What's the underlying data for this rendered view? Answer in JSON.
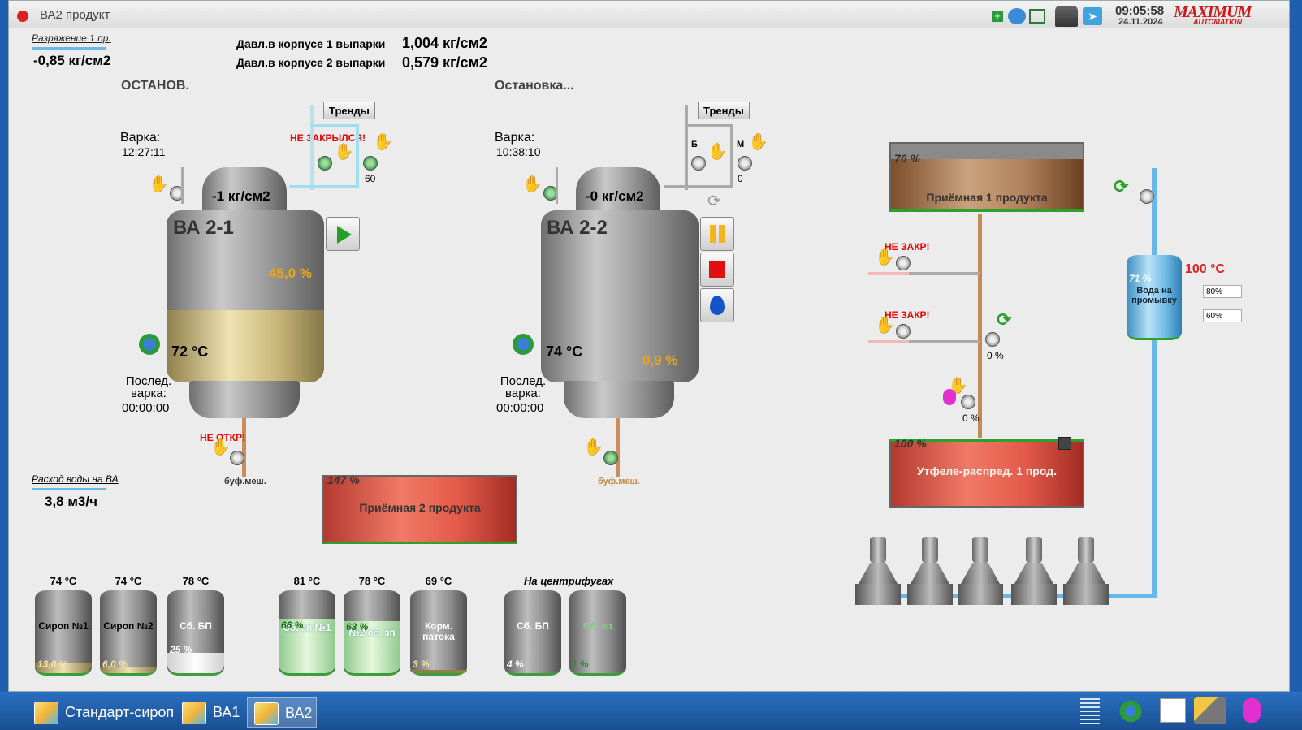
{
  "window": {
    "title": "ВА2 продукт",
    "close_color": "#e02020"
  },
  "header": {
    "clock_time": "09:05:58",
    "clock_date": "24.11.2024",
    "logo_text": "MAXIMUM",
    "logo_sub": "AUTOMATION"
  },
  "vacuum": {
    "label": "Разряжение 1 пр.",
    "value": "-0,85 кг/см2"
  },
  "pressures": {
    "body1_label": "Давл.в корпусе 1 выпарки",
    "body1_value": "1,004 кг/см2",
    "body2_label": "Давл.в корпусе 2 выпарки",
    "body2_value": "0,579 кг/см2"
  },
  "ba21": {
    "status": "ОСТАНОВ.",
    "boil_label": "Варка:",
    "boil_time": "12:27:11",
    "trends": "Тренды",
    "warn_top": "НЕ ЗАКРЫЛСЯ!",
    "valve_num": "60",
    "pressure": "-1 кг/см2",
    "name": "ВА 2-1",
    "level": "45,0 %",
    "level_frac": 0.45,
    "temp": "72 °C",
    "last_label": "Послед. варка:",
    "last_time": "00:00:00",
    "warn_bottom": "НЕ ОТКР!",
    "buf": "буф.меш."
  },
  "ba22": {
    "status": "Остановка...",
    "boil_label": "Варка:",
    "boil_time": "10:38:10",
    "trends": "Тренды",
    "valve_b": "Б",
    "valve_m": "М",
    "valve_num": "0",
    "pressure": "-0 кг/см2",
    "name": "ВА 2-2",
    "level": "0,9 %",
    "temp": "74 °C",
    "last_label": "Послед. варка:",
    "last_time": "00:00:00",
    "buf": "буф.меш."
  },
  "water": {
    "label": "Расход воды на ВА",
    "value": "3,8 м3/ч"
  },
  "receiver2": {
    "level": "147 %",
    "name": "Приёмная 2 продукта"
  },
  "receiver1": {
    "level": "76 %",
    "name": "Приёмная 1 продукта"
  },
  "distributor": {
    "level": "100 %",
    "name": "Утфеле-распред. 1 прод."
  },
  "valves_right": {
    "warn1": "НЕ ЗАКР!",
    "warn2": "НЕ ЗАКР!",
    "pct1": "0 %",
    "pct2": "0 %"
  },
  "wash_water": {
    "level": "71 %",
    "name": "Вода на промывку",
    "temp": "100 °C",
    "set_high": "80%",
    "set_low": "60%"
  },
  "barrels": [
    {
      "temp": "74 °C",
      "name": "Сироп №1",
      "pct": "13,0 %"
    },
    {
      "temp": "74 °C",
      "name": "Сироп №2",
      "pct": "6,0 %"
    },
    {
      "temp": "78 °C",
      "name": "Сб. БП",
      "pct": "25 %"
    },
    {
      "temp": "81 °C",
      "name": "Сб. зп №1",
      "pct": "66 %"
    },
    {
      "temp": "78 °C",
      "name": "№2 сб. зп",
      "pct": "63 %"
    },
    {
      "temp": "69 °C",
      "name": "Корм. патока",
      "pct": "3 %"
    },
    {
      "temp": "",
      "name": "Сб. БП",
      "pct": "4 %"
    },
    {
      "temp": "",
      "name": "Сб. зп",
      "pct": "1 %"
    }
  ],
  "centrifuges_label": "На центрифугах",
  "taskbar": {
    "tab1": "Стандарт-сироп",
    "tab2": "ВА1",
    "tab3": "ВА2"
  }
}
